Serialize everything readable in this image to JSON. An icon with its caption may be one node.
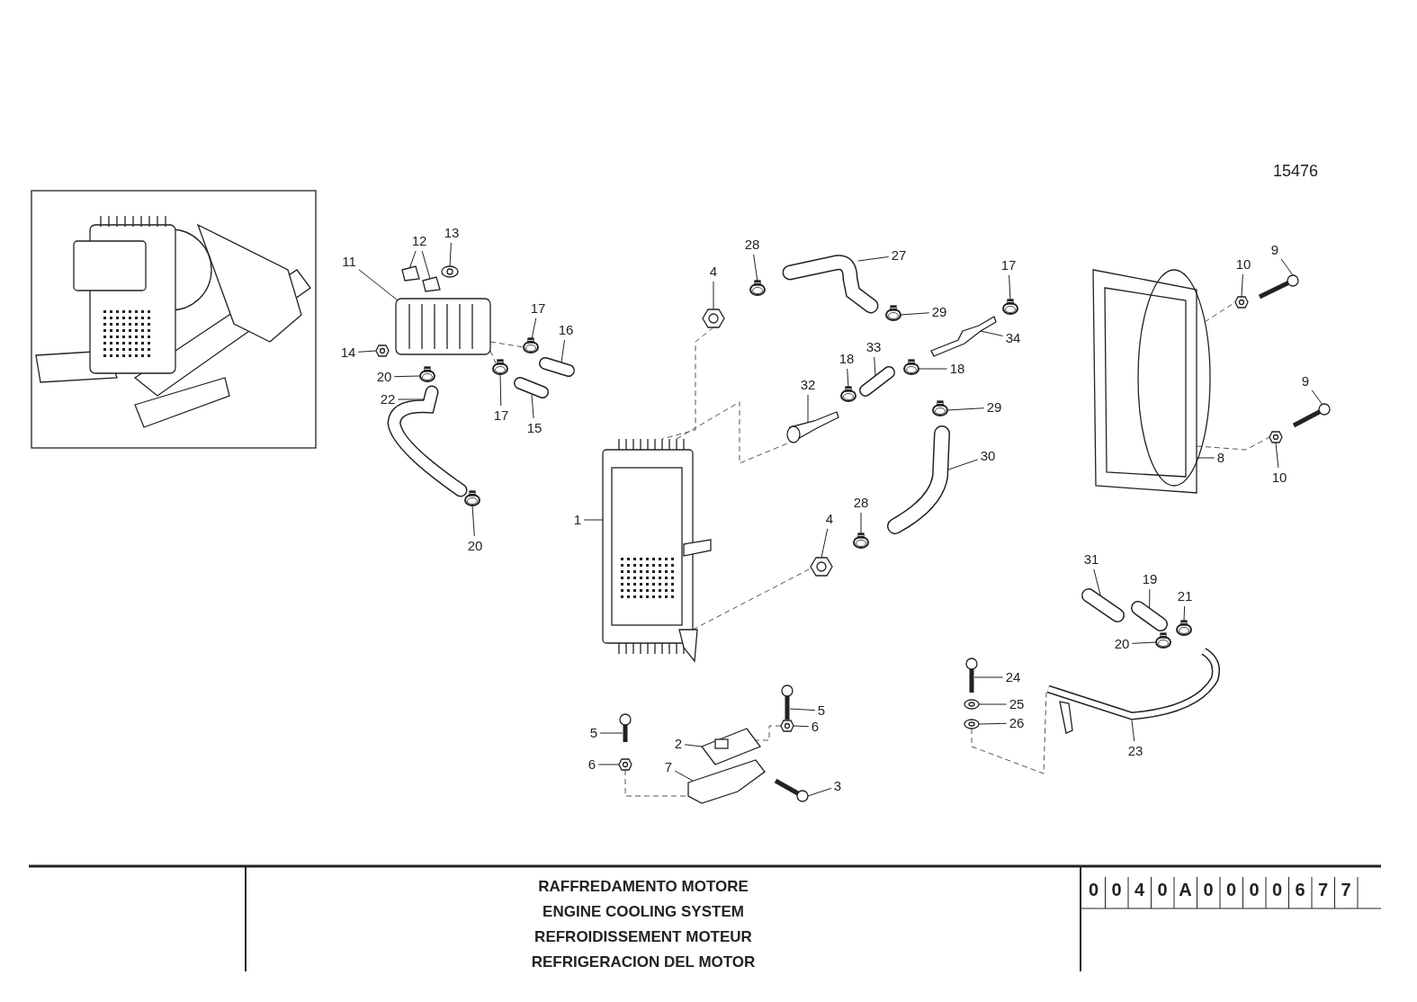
{
  "diagram": {
    "nodes": [
      {
        "text": [
          "11"
        ]
      },
      {
        "text": [
          "12"
        ]
      },
      {
        "text": [
          "13"
        ]
      },
      {
        "text": [
          "14"
        ]
      },
      {
        "text": [
          "20"
        ]
      },
      {
        "text": [
          "22"
        ]
      },
      {
        "text": [
          "17"
        ]
      },
      {
        "text": [
          "16"
        ]
      },
      {
        "text": [
          "17"
        ]
      },
      {
        "text": [
          "15"
        ]
      },
      {
        "text": [
          "20"
        ]
      },
      {
        "text": [
          "4"
        ]
      },
      {
        "text": [
          "28"
        ]
      },
      {
        "text": [
          "27"
        ]
      },
      {
        "text": [
          "29"
        ]
      },
      {
        "text": [
          "17"
        ]
      },
      {
        "text": [
          "34"
        ]
      },
      {
        "text": [
          "33"
        ]
      },
      {
        "text": [
          "18"
        ]
      },
      {
        "text": [
          "18"
        ]
      },
      {
        "text": [
          "32"
        ]
      },
      {
        "text": [
          "29"
        ]
      },
      {
        "text": [
          "30"
        ]
      },
      {
        "text": [
          "1"
        ]
      },
      {
        "text": [
          "4"
        ]
      },
      {
        "text": [
          "28"
        ]
      },
      {
        "text": [
          "10"
        ]
      },
      {
        "text": [
          "9"
        ]
      },
      {
        "text": [
          "9"
        ]
      },
      {
        "text": [
          "10"
        ]
      },
      {
        "text": [
          "8"
        ]
      },
      {
        "text": [
          "31"
        ]
      },
      {
        "text": [
          "19"
        ]
      },
      {
        "text": [
          "21"
        ]
      },
      {
        "text": [
          "20"
        ]
      },
      {
        "text": [
          "24"
        ]
      },
      {
        "text": [
          "25"
        ]
      },
      {
        "text": [
          "26"
        ]
      },
      {
        "text": [
          "23"
        ]
      },
      {
        "text": [
          "5"
        ]
      },
      {
        "text": [
          "6"
        ]
      },
      {
        "text": [
          "5"
        ]
      },
      {
        "text": [
          "2"
        ]
      },
      {
        "text": [
          "6"
        ]
      },
      {
        "text": [
          "7"
        ]
      },
      {
        "text": [
          "3"
        ]
      },
      {
        "text": [],
        "shape": "picture"
      },
      {
        "text": [],
        "shape": "picture"
      },
      {
        "text": [],
        "shape": "picture"
      },
      {
        "text": [],
        "shape": "picture"
      },
      {
        "text": [],
        "shape": "picture"
      },
      {
        "text": [],
        "shape": "picture"
      },
      {
        "text": [],
        "shape": "picture"
      },
      {
        "text": [],
        "shape": "picture"
      },
      {
        "text": [],
        "shape": "picture"
      },
      {
        "text": [],
        "shape": "picture"
      },
      {
        "text": [],
        "shape": "picture"
      },
      {
        "text": [],
        "shape": "picture"
      },
      {
        "text": [],
        "shape": "picture"
      },
      {
        "text": [],
        "shape": "picture"
      },
      {
        "text": [],
        "shape": "picture"
      },
      {
        "text": [],
        "shape": "picture"
      },
      {
        "text": [],
        "shape": "picture"
      },
      {
        "text": [],
        "shape": "picture"
      },
      {
        "text": [],
        "shape": "picture"
      },
      {
        "text": [],
        "shape": "picture"
      },
      {
        "text": [],
        "shape": "picture"
      },
      {
        "text": [],
        "shape": "picture"
      },
      {
        "text": [],
        "shape": "picture"
      },
      {
        "text": [],
        "shape": "picture"
      },
      {
        "text": [],
        "shape": "picture"
      },
      {
        "text": [],
        "shape": "picture"
      },
      {
        "text": [],
        "shape": "picture"
      },
      {
        "text": [],
        "shape": "picture"
      },
      {
        "text": [],
        "shape": "picture"
      },
      {
        "text": [],
        "shape": "picture"
      },
      {
        "text": [],
        "shape": "picture"
      },
      {
        "text": [],
        "shape": "picture"
      },
      {
        "text": [],
        "shape": "picture"
      },
      {
        "text": [],
        "shape": "picture"
      },
      {
        "text": [],
        "shape": "picture"
      },
      {
        "text": [],
        "shape": "picture"
      },
      {
        "text": [],
        "shape": "picture"
      },
      {
        "text": [],
        "shape": "picture"
      },
      {
        "text": [],
        "shape": "picture"
      },
      {
        "text": [],
        "shape": "picture"
      },
      {
        "text": [],
        "shape": "picture"
      },
      {
        "text": [],
        "shape": "picture"
      },
      {
        "text": [],
        "shape": "picture"
      },
      {
        "text": [],
        "shape": "picture"
      },
      {
        "text": [],
        "shape": "picture"
      },
      {
        "text": [],
        "shape": "picture"
      },
      {
        "text": [],
        "shape": "picture"
      }
    ],
    "edges": [
      {
        "from": 0,
        "to": 46,
        "arrow": "none"
      },
      {
        "from": 1,
        "to": 47,
        "arrow": "none"
      },
      {
        "from": 1,
        "to": 48,
        "arrow": "none"
      },
      {
        "from": 2,
        "to": 49,
        "arrow": "none"
      },
      {
        "from": 3,
        "to": 50,
        "arrow": "none"
      },
      {
        "from": 4,
        "to": 51,
        "arrow": "none"
      },
      {
        "from": 5,
        "to": 52,
        "arrow": "none"
      },
      {
        "from": 6,
        "to": 53,
        "arrow": "none"
      },
      {
        "from": 7,
        "to": 54,
        "arrow": "none"
      },
      {
        "from": 8,
        "to": 55,
        "arrow": "none"
      },
      {
        "from": 9,
        "to": 56,
        "arrow": "none"
      },
      {
        "from": 10,
        "to": 57,
        "arrow": "none"
      },
      {
        "from": 11,
        "to": 58,
        "arrow": "none"
      },
      {
        "from": 12,
        "to": 59,
        "arrow": "none"
      },
      {
        "from": 13,
        "to": 60,
        "arrow": "none"
      },
      {
        "from": 14,
        "to": 61,
        "arrow": "none"
      },
      {
        "from": 15,
        "to": 62,
        "arrow": "none"
      },
      {
        "from": 16,
        "to": 63,
        "arrow": "none"
      },
      {
        "from": 17,
        "to": 64,
        "arrow": "none"
      },
      {
        "from": 18,
        "to": 65,
        "arrow": "none"
      },
      {
        "from": 19,
        "to": 66,
        "arrow": "none"
      },
      {
        "from": 20,
        "to": 67,
        "arrow": "none"
      },
      {
        "from": 21,
        "to": 68,
        "arrow": "none"
      },
      {
        "from": 22,
        "to": 69,
        "arrow": "none"
      },
      {
        "from": 23,
        "to": 70,
        "arrow": "none"
      },
      {
        "from": 24,
        "to": 71,
        "arrow": "none"
      },
      {
        "from": 25,
        "to": 72,
        "arrow": "none"
      },
      {
        "from": 26,
        "to": 73,
        "arrow": "none"
      },
      {
        "from": 27,
        "to": 74,
        "arrow": "none"
      },
      {
        "from": 28,
        "to": 75,
        "arrow": "none"
      },
      {
        "from": 29,
        "to": 76,
        "arrow": "none"
      },
      {
        "from": 30,
        "to": 77,
        "arrow": "none"
      },
      {
        "from": 31,
        "to": 78,
        "arrow": "none"
      },
      {
        "from": 32,
        "to": 79,
        "arrow": "none"
      },
      {
        "from": 33,
        "to": 80,
        "arrow": "none"
      },
      {
        "from": 34,
        "to": 81,
        "arrow": "none"
      },
      {
        "from": 35,
        "to": 82,
        "arrow": "none"
      },
      {
        "from": 36,
        "to": 83,
        "arrow": "none"
      },
      {
        "from": 37,
        "to": 84,
        "arrow": "none"
      },
      {
        "from": 38,
        "to": 85,
        "arrow": "none"
      },
      {
        "from": 39,
        "to": 86,
        "arrow": "none"
      },
      {
        "from": 40,
        "to": 87,
        "arrow": "none"
      },
      {
        "from": 41,
        "to": 88,
        "arrow": "none"
      },
      {
        "from": 42,
        "to": 89,
        "arrow": "none"
      },
      {
        "from": 43,
        "to": 90,
        "arrow": "none"
      },
      {
        "from": 44,
        "to": 91,
        "arrow": "none"
      },
      {
        "from": 45,
        "to": 92,
        "arrow": "none"
      },
      {
        "from": 58,
        "to": 70,
        "arrow": "none",
        "style": "dashed"
      },
      {
        "from": 70,
        "to": 67,
        "arrow": "none",
        "style": "dashed"
      },
      {
        "from": 70,
        "to": 71,
        "arrow": "none",
        "style": "dashed"
      },
      {
        "from": 90,
        "to": 91,
        "arrow": "none",
        "style": "dashed"
      },
      {
        "from": 87,
        "to": 89,
        "arrow": "none",
        "style": "dashed"
      },
      {
        "from": 77,
        "to": 76,
        "arrow": "none",
        "style": "dashed"
      },
      {
        "from": 77,
        "to": 73,
        "arrow": "none",
        "style": "dashed"
      },
      {
        "from": 84,
        "to": 85,
        "arrow": "none",
        "style": "dashed"
      },
      {
        "from": 46,
        "to": 53,
        "arrow": "none",
        "style": "dashed"
      },
      {
        "from": 46,
        "to": 55,
        "arrow": "none",
        "style": "dashed"
      }
    ],
    "labels": [
      "15476",
      "RAFFREDAMENTO MOTORE",
      "ENGINE COOLING SYSTEM",
      "REFROIDISSEMENT MOTEUR",
      "REFRIGERACION DEL MOTOR",
      "0",
      "0",
      "4",
      "0",
      "A",
      "0",
      "0",
      "0",
      "0",
      "6",
      "7",
      "7"
    ]
  }
}
